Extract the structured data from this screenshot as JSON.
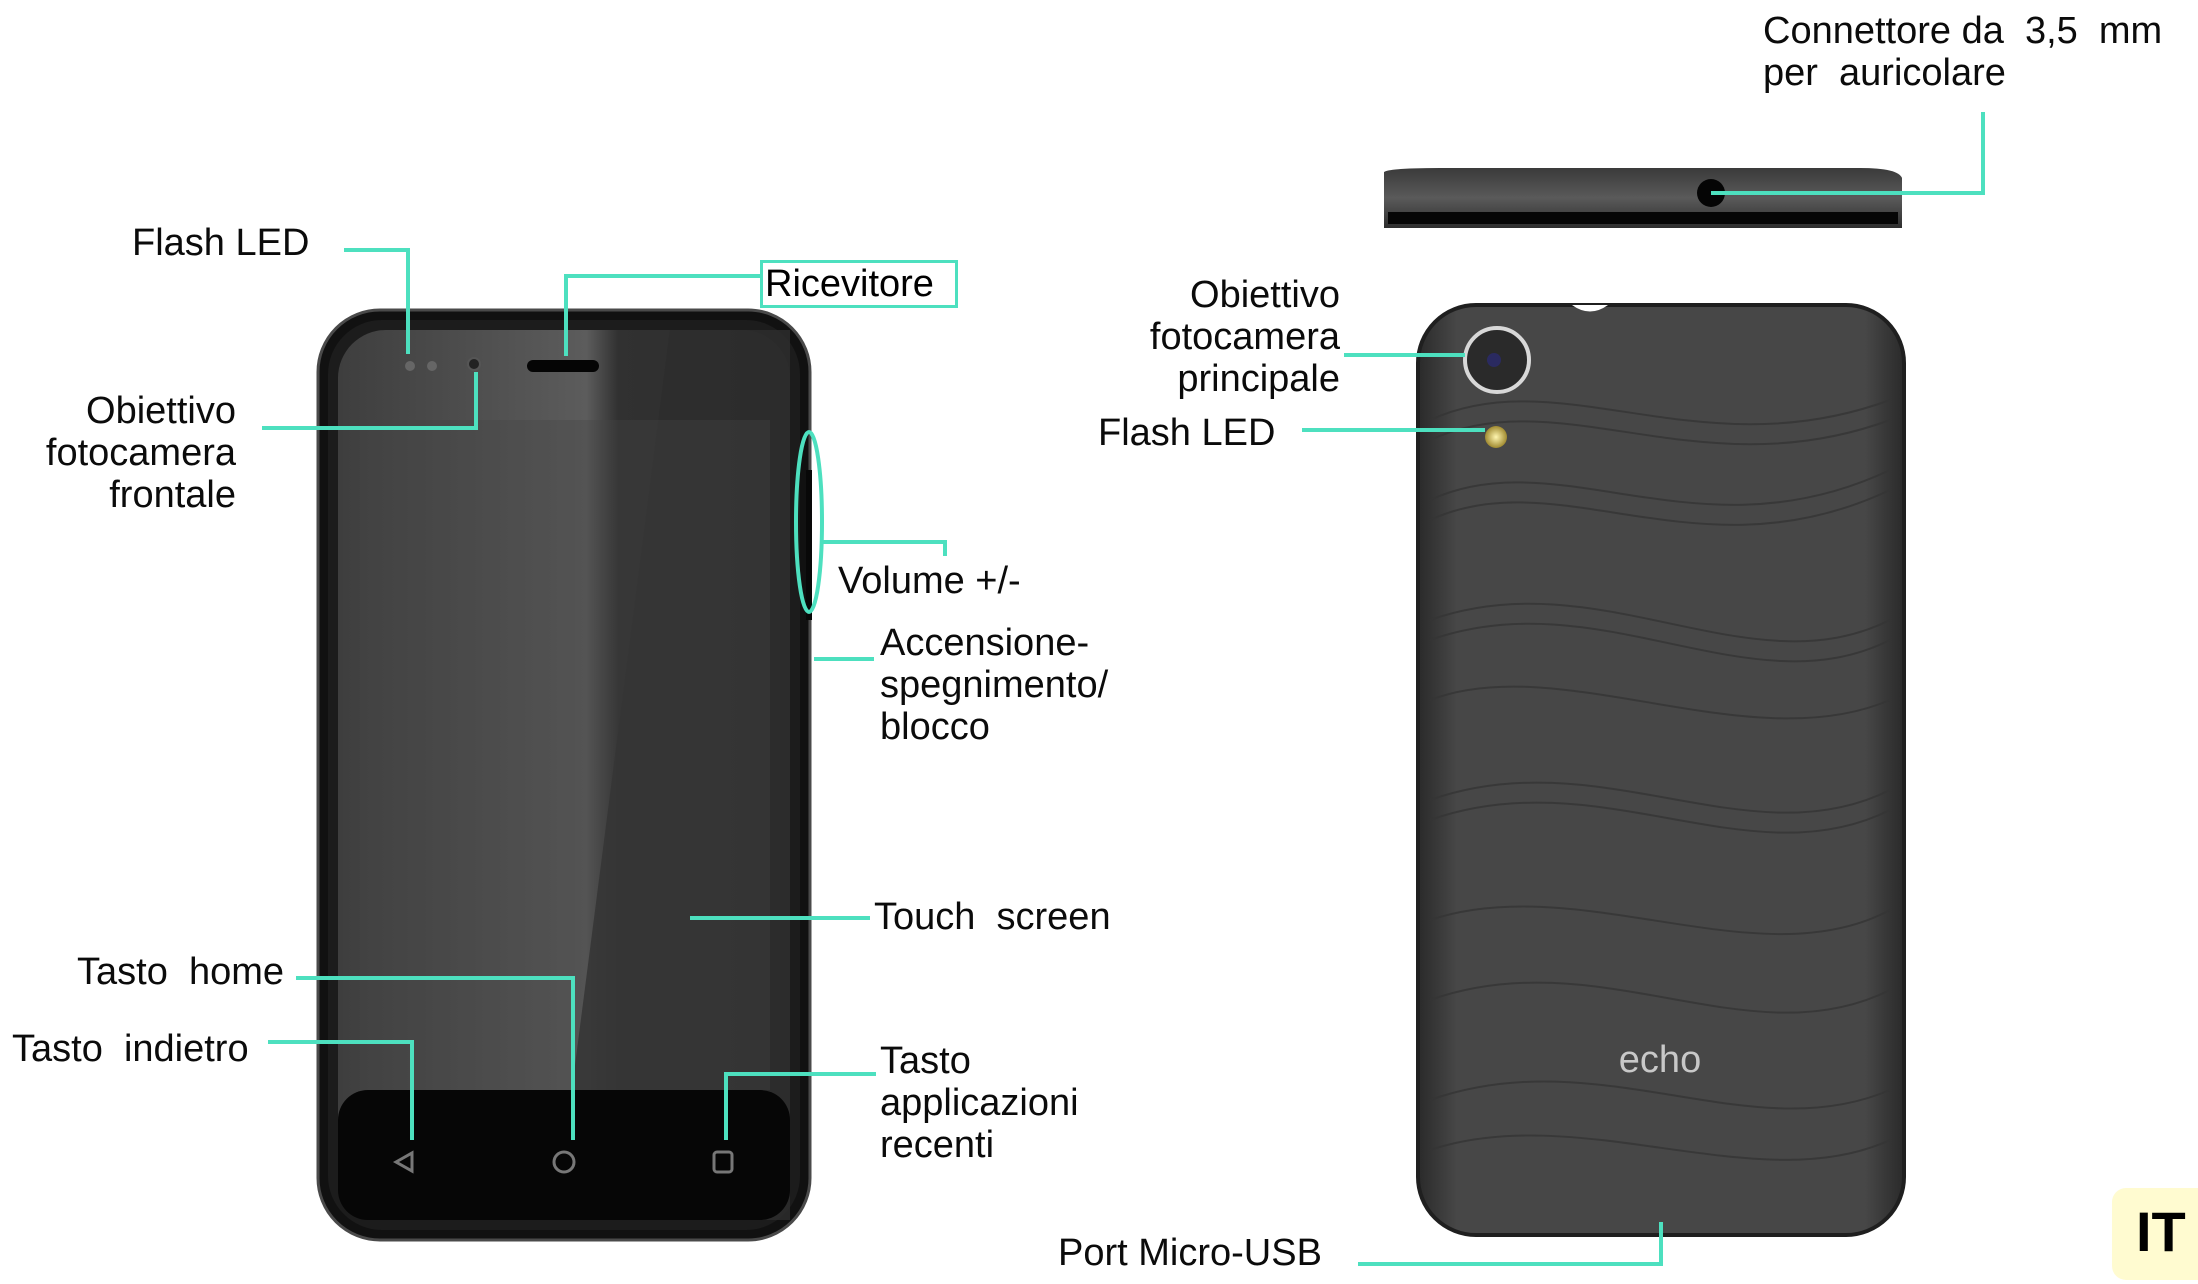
{
  "accent_color": "#4de0bf",
  "front_labels": {
    "flash_led": "Flash LED",
    "ricevitore": "Ricevitore",
    "front_camera": "Obiettivo\nfotocamera\nfrontale",
    "volume": "Volume +/-",
    "power": "Accensione-\nspegnimento/\nblocco",
    "touch_screen": "Touch  screen",
    "home_key": "Tasto  home",
    "back_key": "Tasto  indietro",
    "recent_apps_key": "Tasto\napplicazioni\nrecenti"
  },
  "back_labels": {
    "headphone_jack": "Connettore da  3,5  mm\nper  auricolare",
    "main_camera": "Obiettivo\nfotocamera\nprincipale",
    "flash_led": "Flash LED",
    "micro_usb": "Port Micro-USB"
  },
  "brand_logo": "echo",
  "language_badge": "IT",
  "nav_icons": [
    "back-triangle-icon",
    "home-circle-icon",
    "recent-square-icon"
  ]
}
